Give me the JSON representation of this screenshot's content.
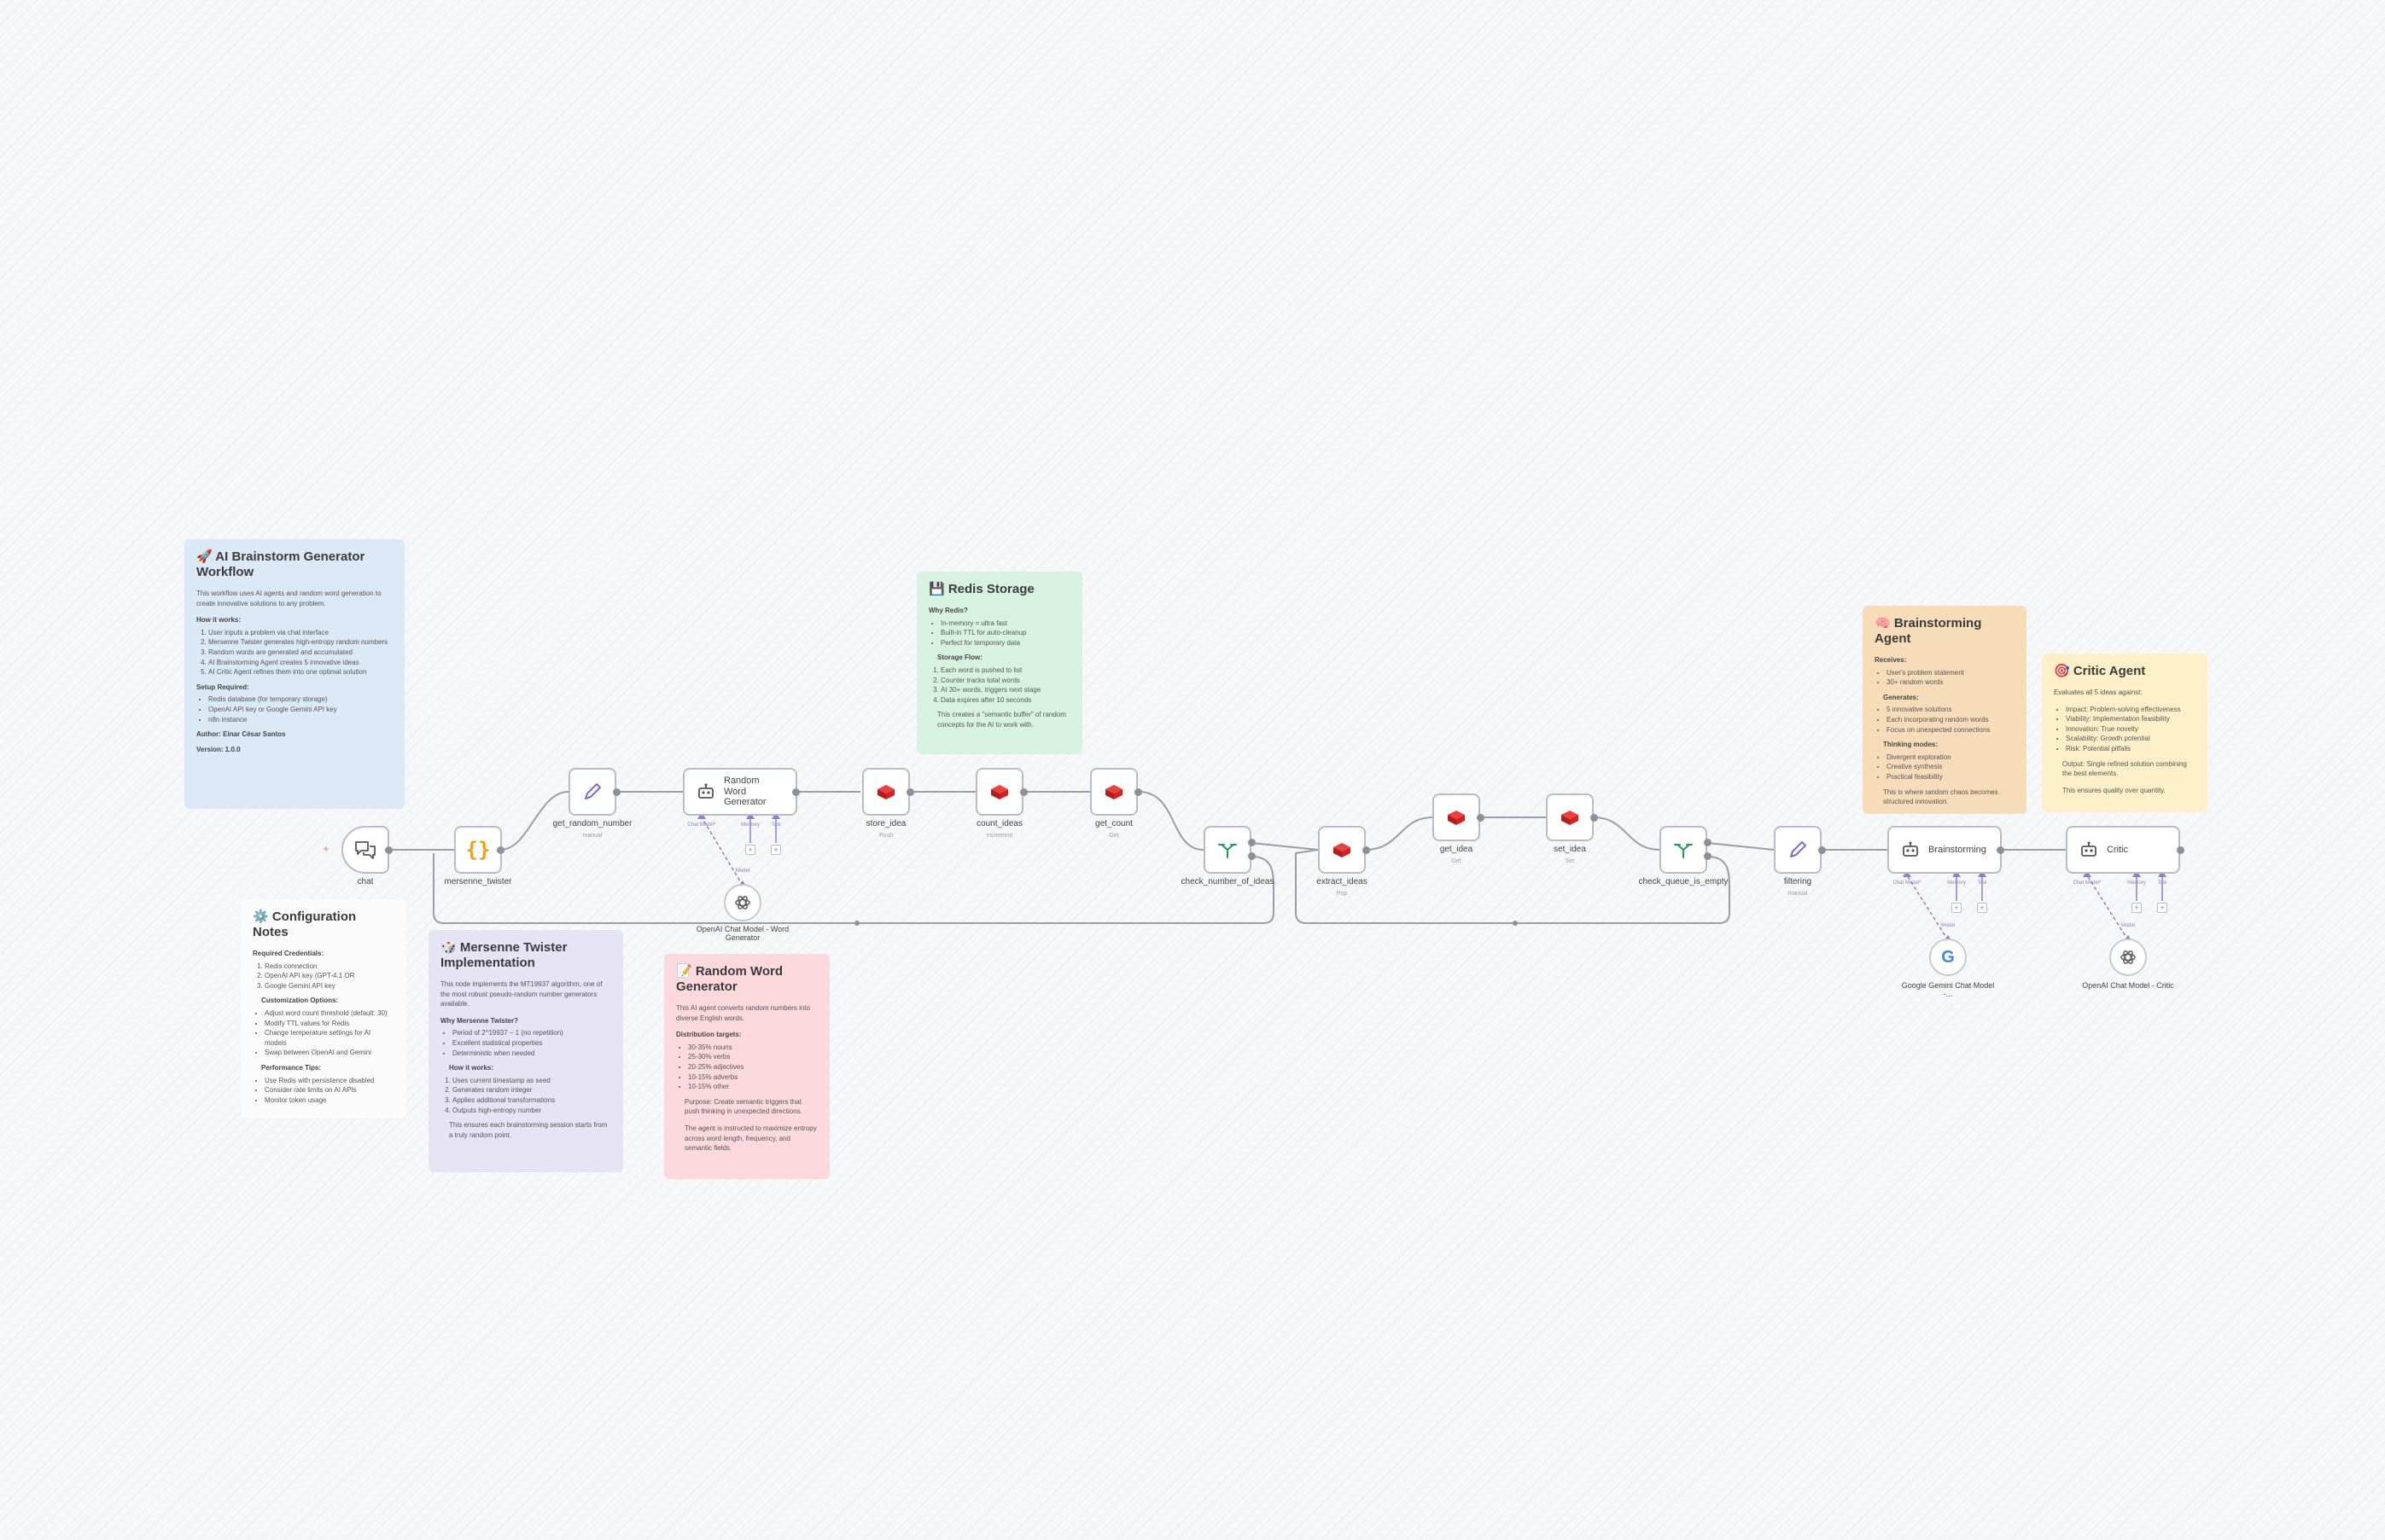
{
  "colors": {
    "node_border": "#b9bcc4",
    "wire": "#9a9ea6",
    "subwire": "#8f7fc8",
    "redis_red": "#d6201f",
    "if_green": "#1f9d55",
    "set_purple": "#7c6bd6",
    "code_orange": "#f39c12"
  },
  "notes": {
    "workflow": {
      "title": "🚀 AI Brainstorm Generator Workflow",
      "intro": "This workflow uses AI agents and random word generation to create innovative solutions to any problem.",
      "how_title": "How it works:",
      "how": [
        "User inputs a problem via chat interface",
        "Mersenne Twister generates high-entropy random numbers",
        "Random words are generated and accumulated",
        "AI Brainstorming Agent creates 5 innovative ideas",
        "AI Critic Agent refines them into one optimal solution"
      ],
      "setup_title": "Setup Required:",
      "setup": [
        "Redis database (for temporary storage)",
        "OpenAI API key or Google Gemini API key",
        "n8n instance"
      ],
      "author": "Author: Einar César Santos",
      "version": "Version: 1.0.0"
    },
    "config": {
      "title": "⚙️ Configuration Notes",
      "cred_title": "Required Credentials:",
      "creds": [
        "Redis connection",
        "OpenAI API key (GPT-4.1 OR",
        "Google Gemini API key"
      ],
      "custom_title": "Customization Options:",
      "custom": [
        "Adjust word count threshold (default: 30)",
        "Modify TTL values for Redis",
        "Change temperature settings for AI models",
        "Swap between OpenAI and Gemini"
      ],
      "perf_title": "Performance Tips:",
      "perf": [
        "Use Redis with persistence disabled",
        "Consider rate limits on AI APIs",
        "Monitor token usage"
      ]
    },
    "mersenne": {
      "title": "🎲 Mersenne Twister Implementation",
      "intro": "This node implements the MT19937 algorithm, one of the most robust pseudo-random number generators available.",
      "why_title": "Why Mersenne Twister?",
      "why": [
        "Period of 2^19937 − 1 (no repetition)",
        "Excellent statistical properties",
        "Deterministic when needed"
      ],
      "how_title": "How it works:",
      "how": [
        "Uses current timestamp as seed",
        "Generates random integer",
        "Applies additional transformations",
        "Outputs high-entropy number"
      ],
      "outro": "This ensures each brainstorming session starts from a truly random point."
    },
    "redis": {
      "title": "💾 Redis Storage",
      "why_title": "Why Redis?",
      "why": [
        "In-memory = ultra fast",
        "Built-in TTL for auto-cleanup",
        "Perfect for temporary data"
      ],
      "flow_title": "Storage Flow:",
      "flow": [
        "Each word is pushed to list",
        "Counter tracks total words",
        "At 30+ words, triggers next stage",
        "Data expires after 10 seconds"
      ],
      "outro": "This creates a \"semantic buffer\" of random concepts for the AI to work with."
    },
    "randomword": {
      "title": "📝 Random Word Generator",
      "intro": "This AI agent converts random numbers into diverse English words.",
      "dist_title": "Distribution targets:",
      "dist": [
        "30-35% nouns",
        "25-30% verbs",
        "20-25% adjectives",
        "10-15% adverbs",
        "10-15% other"
      ],
      "purpose": "Purpose: Create semantic triggers that push thinking in unexpected directions.",
      "outro": "The agent is instructed to maximize entropy across word length, frequency, and semantic fields."
    },
    "brain": {
      "title": "🧠 Brainstorming Agent",
      "receives_title": "Receives:",
      "receives": [
        "User's problem statement",
        "30+ random words"
      ],
      "generates_title": "Generates:",
      "generates": [
        "5 innovative solutions",
        "Each incorporating random words",
        "Focus on unexpected connections"
      ],
      "modes_title": "Thinking modes:",
      "modes": [
        "Divergent exploration",
        "Creative synthesis",
        "Practical feasibility"
      ],
      "outro": "This is where random chaos becomes structured innovation."
    },
    "critic": {
      "title": "🎯 Critic Agent",
      "intro": "Evaluates all 5 ideas against:",
      "criteria": [
        "Impact: Problem-solving effectiveness",
        "Viability: Implementation feasibility",
        "Innovation: True novelty",
        "Scalability: Growth potential",
        "Risk: Potential pitfalls"
      ],
      "output": "Output: Single refined solution combining the best elements.",
      "outro": "This ensures quality over quantity."
    }
  },
  "nodes": {
    "chat": {
      "label": "chat",
      "icon": "chat-icon"
    },
    "mersenne": {
      "label": "mersenne_twister",
      "icon": "code-braces-icon"
    },
    "get_random": {
      "label": "get_random_number",
      "sub": "manual",
      "icon": "pencil-icon"
    },
    "rwg": {
      "title": "Random Word Generator",
      "icon": "robot-icon"
    },
    "store_idea": {
      "label": "store_idea",
      "sub": "Push",
      "icon": "redis-icon"
    },
    "count_ideas": {
      "label": "count_ideas",
      "sub": "increment",
      "icon": "redis-icon"
    },
    "get_count": {
      "label": "get_count",
      "sub": "Get",
      "icon": "redis-icon"
    },
    "check_number": {
      "label": "check_number_of_ideas",
      "icon": "if-icon"
    },
    "extract_ideas": {
      "label": "extract_ideas",
      "sub": "Pop",
      "icon": "redis-icon"
    },
    "get_idea": {
      "label": "get_idea",
      "sub": "Get",
      "icon": "redis-icon"
    },
    "set_idea": {
      "label": "set_idea",
      "sub": "Set",
      "icon": "redis-icon"
    },
    "check_queue": {
      "label": "check_queue_is_empty",
      "icon": "if-icon"
    },
    "filtering": {
      "label": "filtering",
      "sub": "manual",
      "icon": "pencil-icon"
    },
    "brainstorming": {
      "title": "Brainstorming",
      "icon": "robot-icon"
    },
    "critic": {
      "title": "Critic",
      "icon": "robot-icon"
    },
    "openai_wg": {
      "label": "OpenAI Chat Model - Word Generator",
      "icon": "openai-icon"
    },
    "gemini": {
      "label": "Google Gemini Chat Model -...",
      "icon": "google-icon"
    },
    "openai_critic": {
      "label": "OpenAI Chat Model - Critic",
      "icon": "openai-icon"
    }
  },
  "subports": {
    "chat_model": "Chat Model*",
    "memory": "Memory",
    "tool": "Tool",
    "model": "Model"
  }
}
